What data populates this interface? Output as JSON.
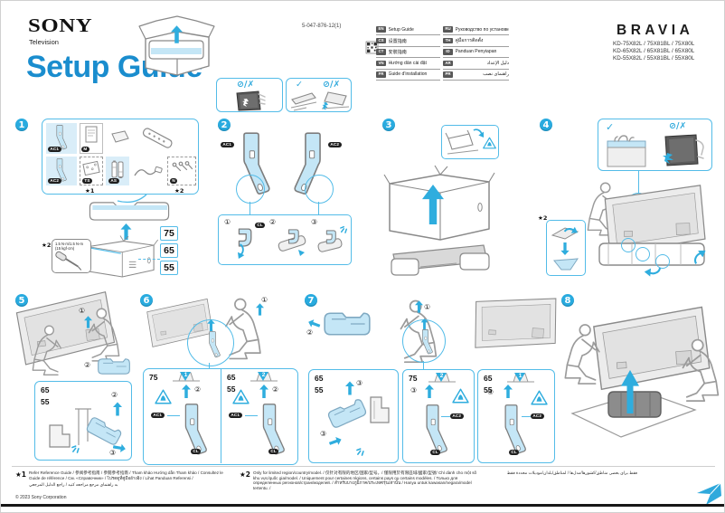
{
  "colors": {
    "accent_blue": "#1a8dce",
    "cyan": "#2fadde",
    "panel_border": "#53bce8",
    "light_blue": "#c4e6f6",
    "pill_black": "#1e1e1e"
  },
  "header": {
    "brand": "SONY",
    "product": "Television",
    "title": "Setup Guide",
    "doc_number": "5-047-876-12(1)"
  },
  "bravia": {
    "logo": "BRAVIA",
    "models": [
      "KD-75X82L / 75X81BL / 75X80L",
      "KD-65X82L / 65X81BL / 65X80L",
      "KD-55X82L / 55X81BL / 55X80L"
    ]
  },
  "languages": {
    "left": [
      {
        "code": "EN",
        "label": "Setup Guide"
      },
      {
        "code": "CS",
        "label": "设置指南"
      },
      {
        "code": "CT",
        "label": "安裝指南"
      },
      {
        "code": "VN",
        "label": "Hướng dẫn cài đặt"
      },
      {
        "code": "FR",
        "label": "Guide d'installation"
      }
    ],
    "right": [
      {
        "code": "RU",
        "label": "Руководство по установке"
      },
      {
        "code": "TH",
        "label": "คู่มือการติดตั้ง"
      },
      {
        "code": "ID",
        "label": "Panduan Penyiapan"
      },
      {
        "code": "AR",
        "label": "دليل الإعداد"
      },
      {
        "code": "PR",
        "label": "راهنمای نصب"
      }
    ]
  },
  "glyphs": {
    "check": "✓",
    "no": "⊘/✗",
    "c1": "①",
    "c2": "②",
    "c3": "③",
    "c4": "④"
  },
  "steps": {
    "n1": "1",
    "n2": "2",
    "n3": "3",
    "n4": "4",
    "n5": "5",
    "n6": "6",
    "n7": "7",
    "n8": "8"
  },
  "sizes": {
    "s75": "75",
    "s65": "65",
    "s55": "55"
  },
  "parts": {
    "leg1": "AC1",
    "leg2": "AC2",
    "manual": "M",
    "template": "TS",
    "batteries": "AS",
    "screws": "N",
    "clamp": "CL"
  },
  "markers": {
    "m1": "1",
    "m2": "2"
  },
  "step1": {
    "star1": "★1",
    "star2": "★2",
    "torque_line1": "1.5 N·m/1.5 N-m",
    "torque_line2": "(15 kgf·cm)"
  },
  "footer": {
    "star1_mark": "★1",
    "star1_text": "Refer Reference Guide / 参阅参考指南 / 參閱參考指南 / Tham khảo Hướng dẫn Tham khảo / Consultez le Guide de référence / См. «Справочник» / โปรดดูที่คู่มืออ้างอิง / Lihat Panduan Referensi /",
    "star1_rtl": "به راهنمای مرجع مراجعه کنید / راجع الدليل المرجعي",
    "star2_mark": "★2",
    "star2_text": "Only for limited region/country/model. / 仅针对有限的地区/国家/型号。/ 僅限用於有限區域/國家/型號/ Chỉ dành cho một số khu vực/quốc gia/model. / Uniquement pour certaines régions, certains pays ou certains modèles. / Только для определенных регионов/стран/моделей. / สำหรับบางภูมิภาค/ประเทศ/รุ่นเท่านั้น / Hanya untuk kawasan/negara/model tertentu. /",
    "star2_rtl": "فقط برای بعضی مناطق/کشورها/مدل‌ها / لمناطق/بلدان/موديلات محددة فقط",
    "copyright": "© 2023 Sony Corporation"
  }
}
